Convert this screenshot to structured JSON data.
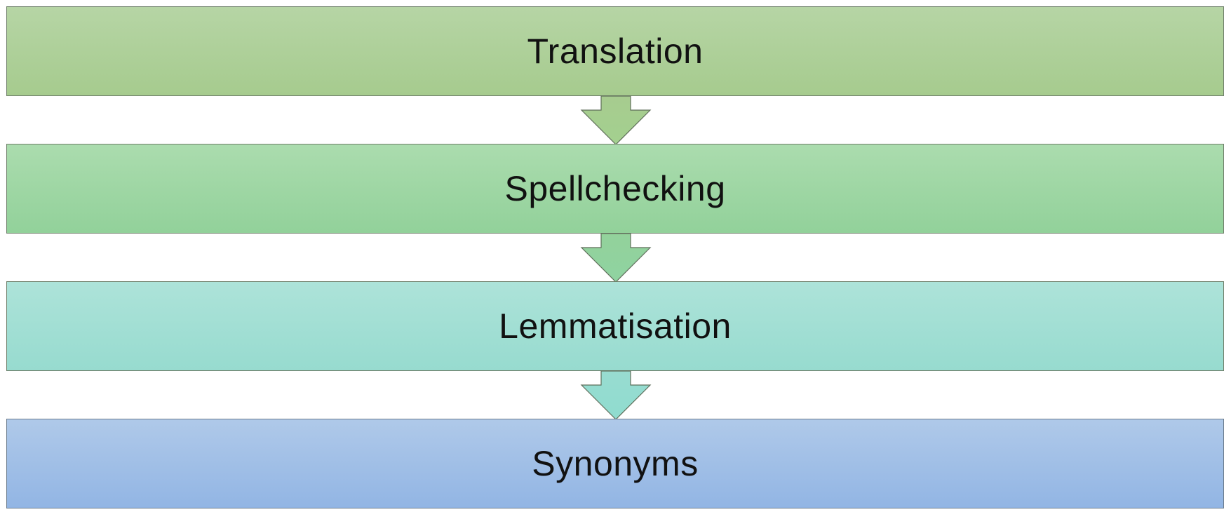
{
  "diagram": {
    "stages": [
      {
        "label": "Translation"
      },
      {
        "label": "Spellchecking"
      },
      {
        "label": "Lemmatisation"
      },
      {
        "label": "Synonyms"
      }
    ],
    "colors": {
      "translation": "#a6cb8e",
      "spellchecking": "#92d19a",
      "lemmatisation": "#97dbcf",
      "synonyms": "#92b5e4",
      "outline": "#6f7f6a"
    }
  }
}
